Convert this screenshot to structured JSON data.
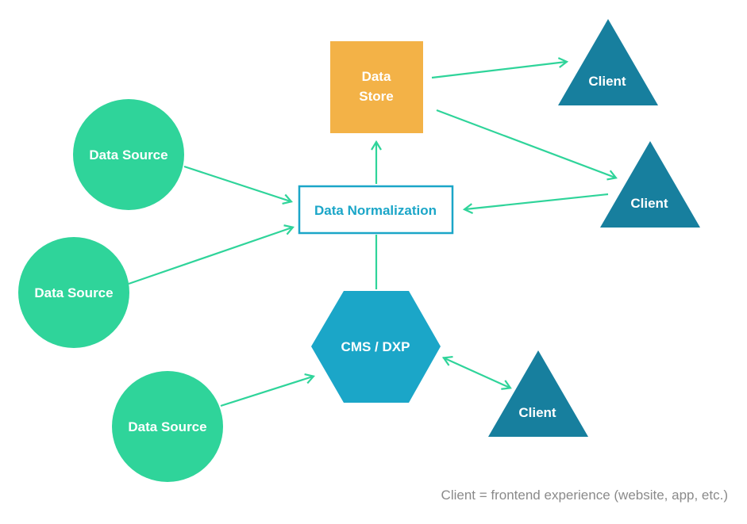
{
  "colors": {
    "source": "#2fd49a",
    "store": "#f3b247",
    "normalization_border": "#1ba6c8",
    "cms": "#1ba6c8",
    "client": "#177f9e",
    "edge": "#2fd49a",
    "caption": "#8a8a8a"
  },
  "nodes": {
    "source1": "Data Source",
    "source2": "Data Source",
    "source3": "Data Source",
    "store_line1": "Data",
    "store_line2": "Store",
    "normalization": "Data Normalization",
    "cms": "CMS / DXP",
    "client1": "Client",
    "client2": "Client",
    "client3": "Client"
  },
  "caption": "Client = frontend experience (website, app, etc.)"
}
